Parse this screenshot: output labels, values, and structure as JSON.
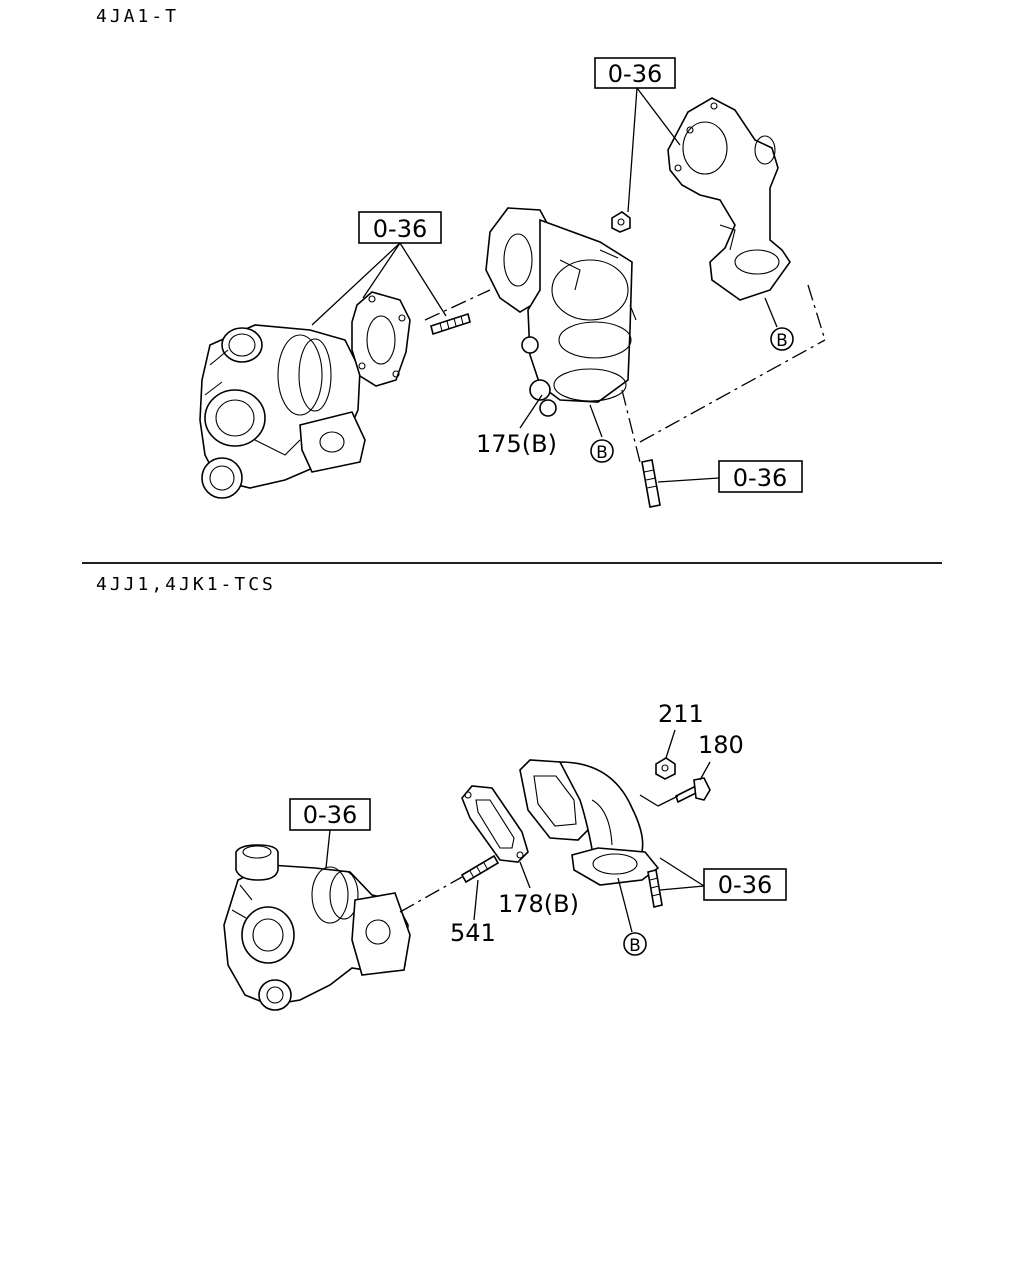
{
  "sections": {
    "top_title": "4JA1-T",
    "bottom_title": "4JJ1,4JK1-TCS"
  },
  "callouts": {
    "top_ref_a": "0-36",
    "top_ref_b": "0-36",
    "top_ref_c": "0-36",
    "top_part_175": "175(B)",
    "top_circle_b1": "B",
    "top_circle_b2": "B",
    "bottom_ref_a": "0-36",
    "bottom_ref_b": "0-36",
    "bottom_part_211": "211",
    "bottom_part_180": "180",
    "bottom_part_178": "178(B)",
    "bottom_part_541": "541",
    "bottom_circle_b": "B"
  }
}
